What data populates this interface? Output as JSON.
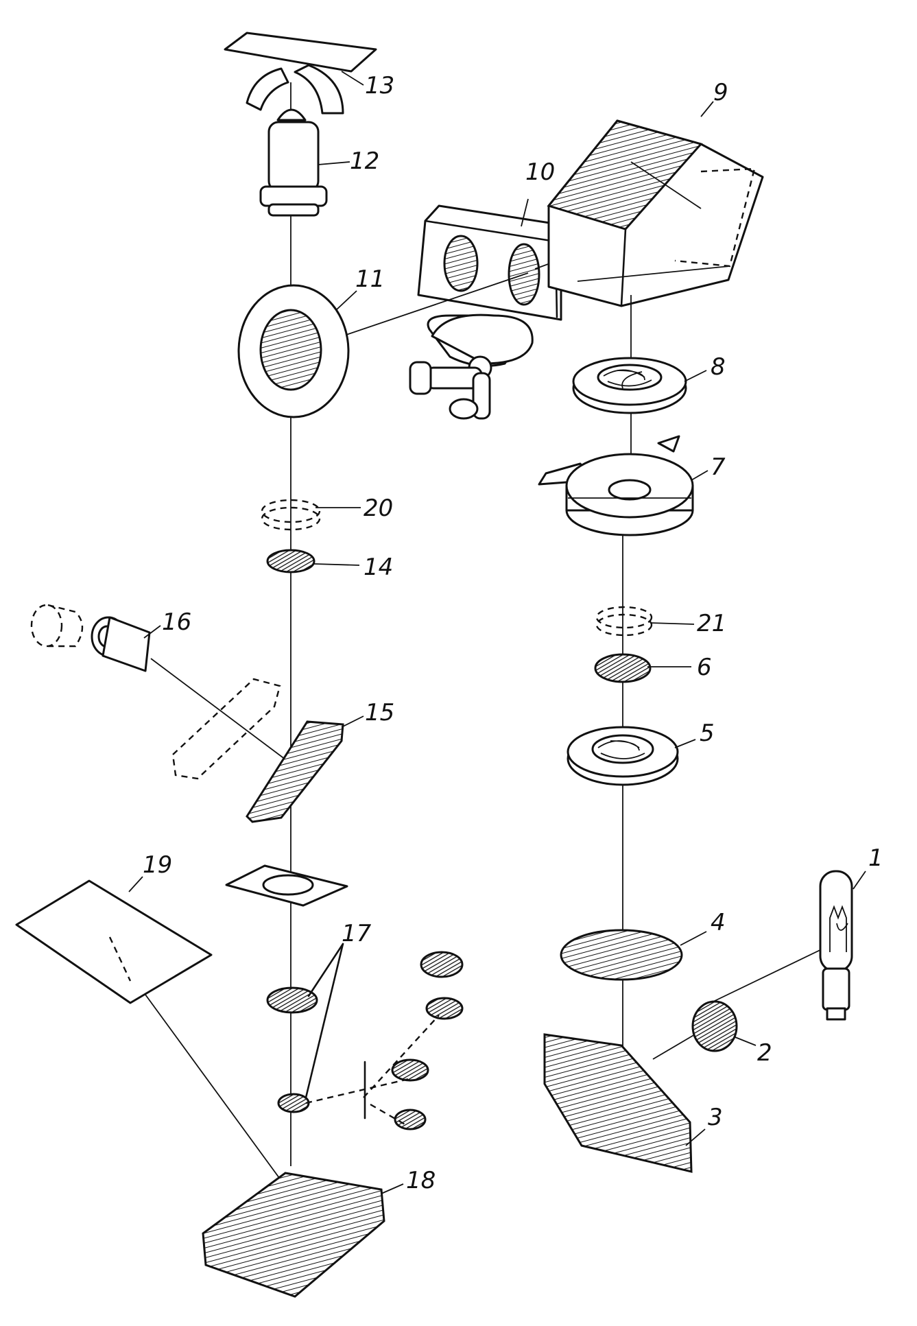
{
  "labels": {
    "l1": "1",
    "l2": "2",
    "l3": "3",
    "l4": "4",
    "l5": "5",
    "l6": "6",
    "l7": "7",
    "l8": "8",
    "l9": "9",
    "l10": "10",
    "l11": "11",
    "l12": "12",
    "l13": "13",
    "l14": "14",
    "l15": "15",
    "l16": "16",
    "l17": "17",
    "l18": "18",
    "l19": "19",
    "l20": "20",
    "l21": "21"
  },
  "colors": {
    "ink": "#111111",
    "paper": "#ffffff"
  }
}
